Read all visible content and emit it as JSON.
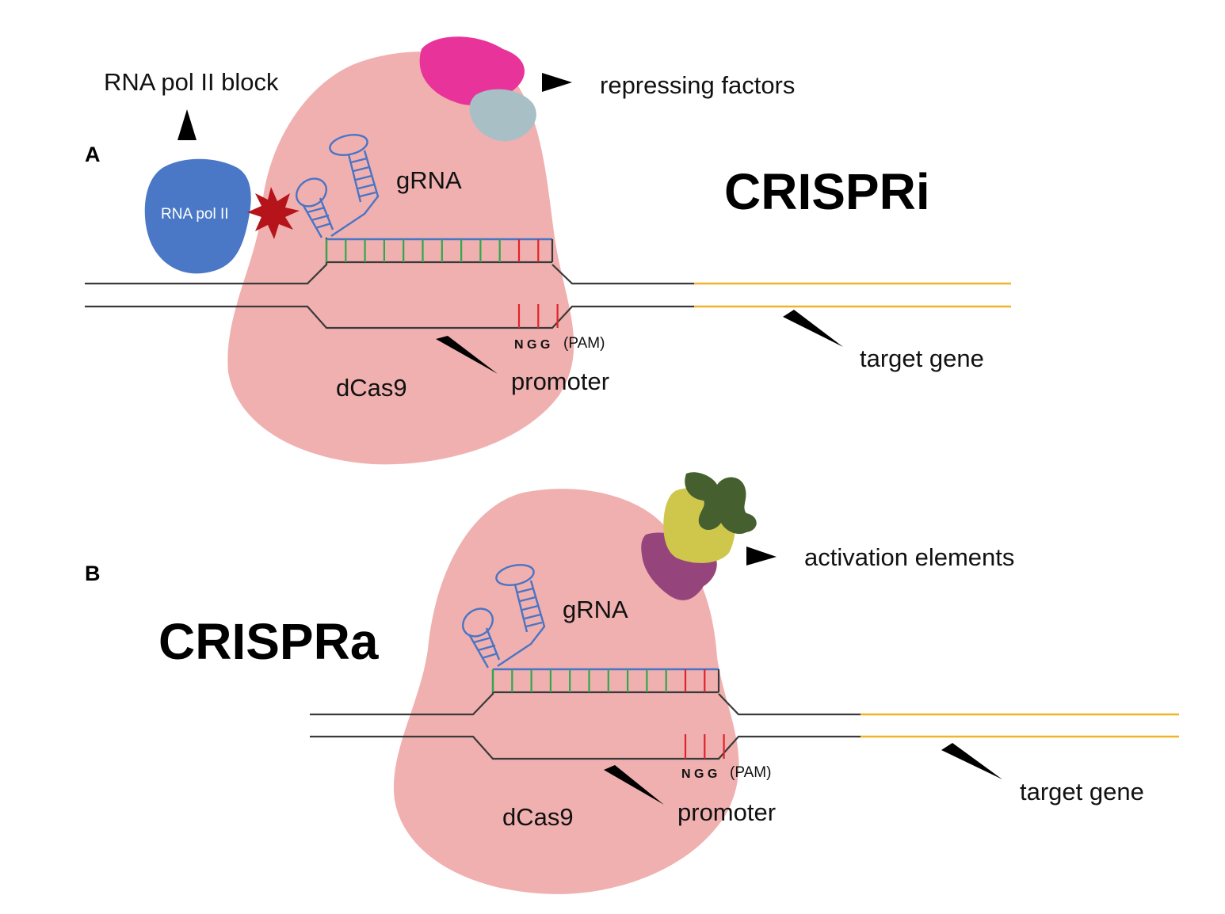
{
  "colors": {
    "dcas9": "#f0b0b0",
    "rna_pol": "#4a78c6",
    "block_star": "#b5141a",
    "repressor_magenta": "#e8339a",
    "repressor_grey": "#a9bfc6",
    "activator_yellow": "#cfc74c",
    "activator_green": "#45602e",
    "activator_purple": "#96457c",
    "target_gene": "#f0b428",
    "grna": "#4a74c4",
    "base_green": "#2ea84a",
    "base_red": "#e0232a"
  },
  "panel_a": {
    "label": "A",
    "title": "CRISPRi",
    "rna_pol_block": "RNA pol II block",
    "rna_pol": "RNA pol II",
    "repressing_factors": "repressing factors",
    "grna": "gRNA",
    "ngg": "N G G",
    "pam": "(PAM)",
    "dcas9": "dCas9",
    "promoter": "promoter",
    "target_gene": "target gene"
  },
  "panel_b": {
    "label": "B",
    "title": "CRISPRa",
    "activation_elements": "activation elements",
    "grna": "gRNA",
    "ngg": "N G G",
    "pam": "(PAM)",
    "dcas9": "dCas9",
    "promoter": "promoter",
    "target_gene": "target gene"
  }
}
